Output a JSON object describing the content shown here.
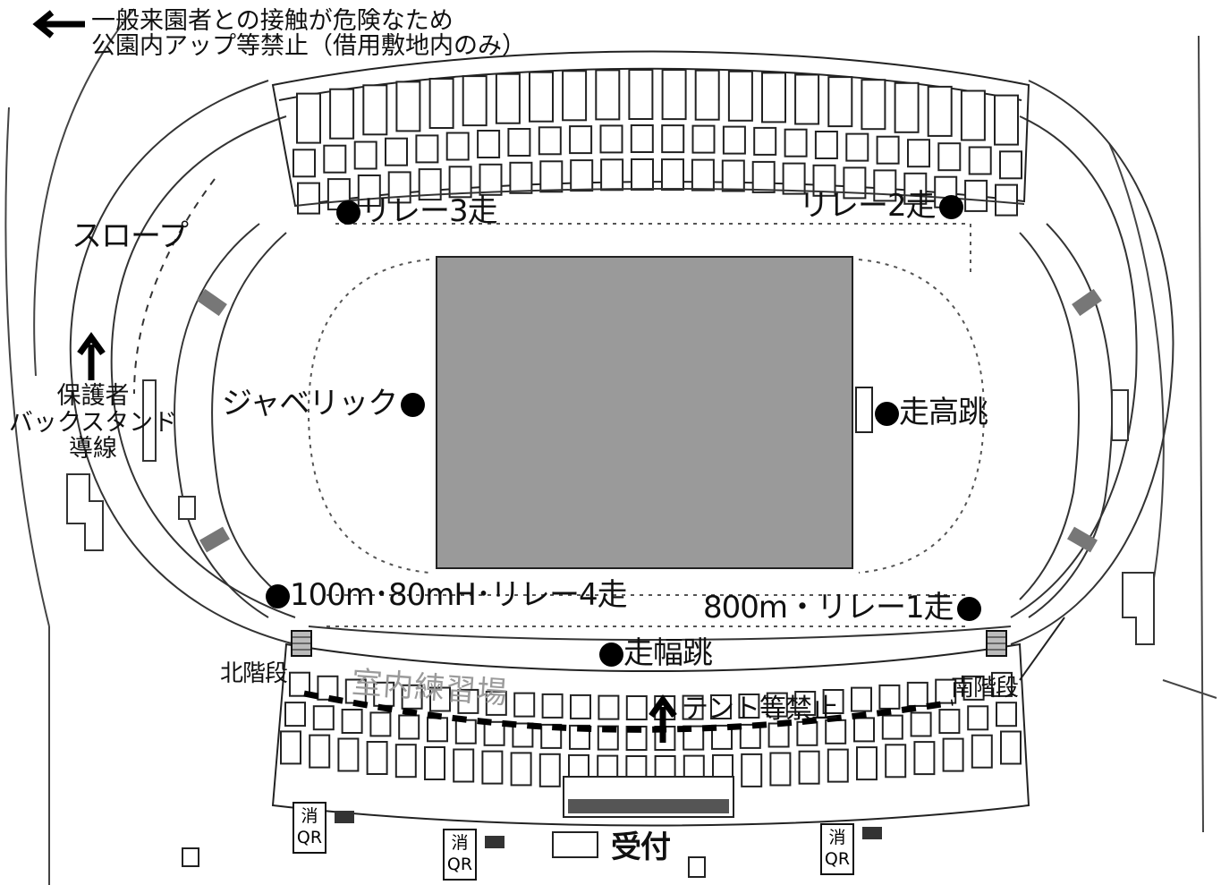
{
  "notice": {
    "line1": "一般来園者との接触が危険なため",
    "line2": "公園内アップ等禁止（借用敷地内のみ）"
  },
  "points": {
    "relay3": "リレー3走",
    "relay2": "リレー2走",
    "javelin": "ジャベリック",
    "high_jump": "走高跳",
    "sprint": "100m･80mH･リレー4走",
    "relay1": "800m・リレー1走",
    "long_jump": "走幅跳"
  },
  "areas": {
    "slope": "スロープ",
    "guardian_line1": "保護者",
    "guardian_line2": "バックスタンド",
    "guardian_line3": "導線",
    "north_stairs": "北階段",
    "south_stairs": "南階段",
    "indoor": "室内練習場",
    "tent": "テント等禁止",
    "reception": "受付"
  },
  "qr_points": [
    {
      "top": "消",
      "bottom": "QR"
    },
    {
      "top": "消",
      "bottom": "QR"
    },
    {
      "top": "消",
      "bottom": "QR"
    }
  ],
  "colors": {
    "field": "#9a9a9a",
    "line": "#222222",
    "marker": "#000000"
  }
}
